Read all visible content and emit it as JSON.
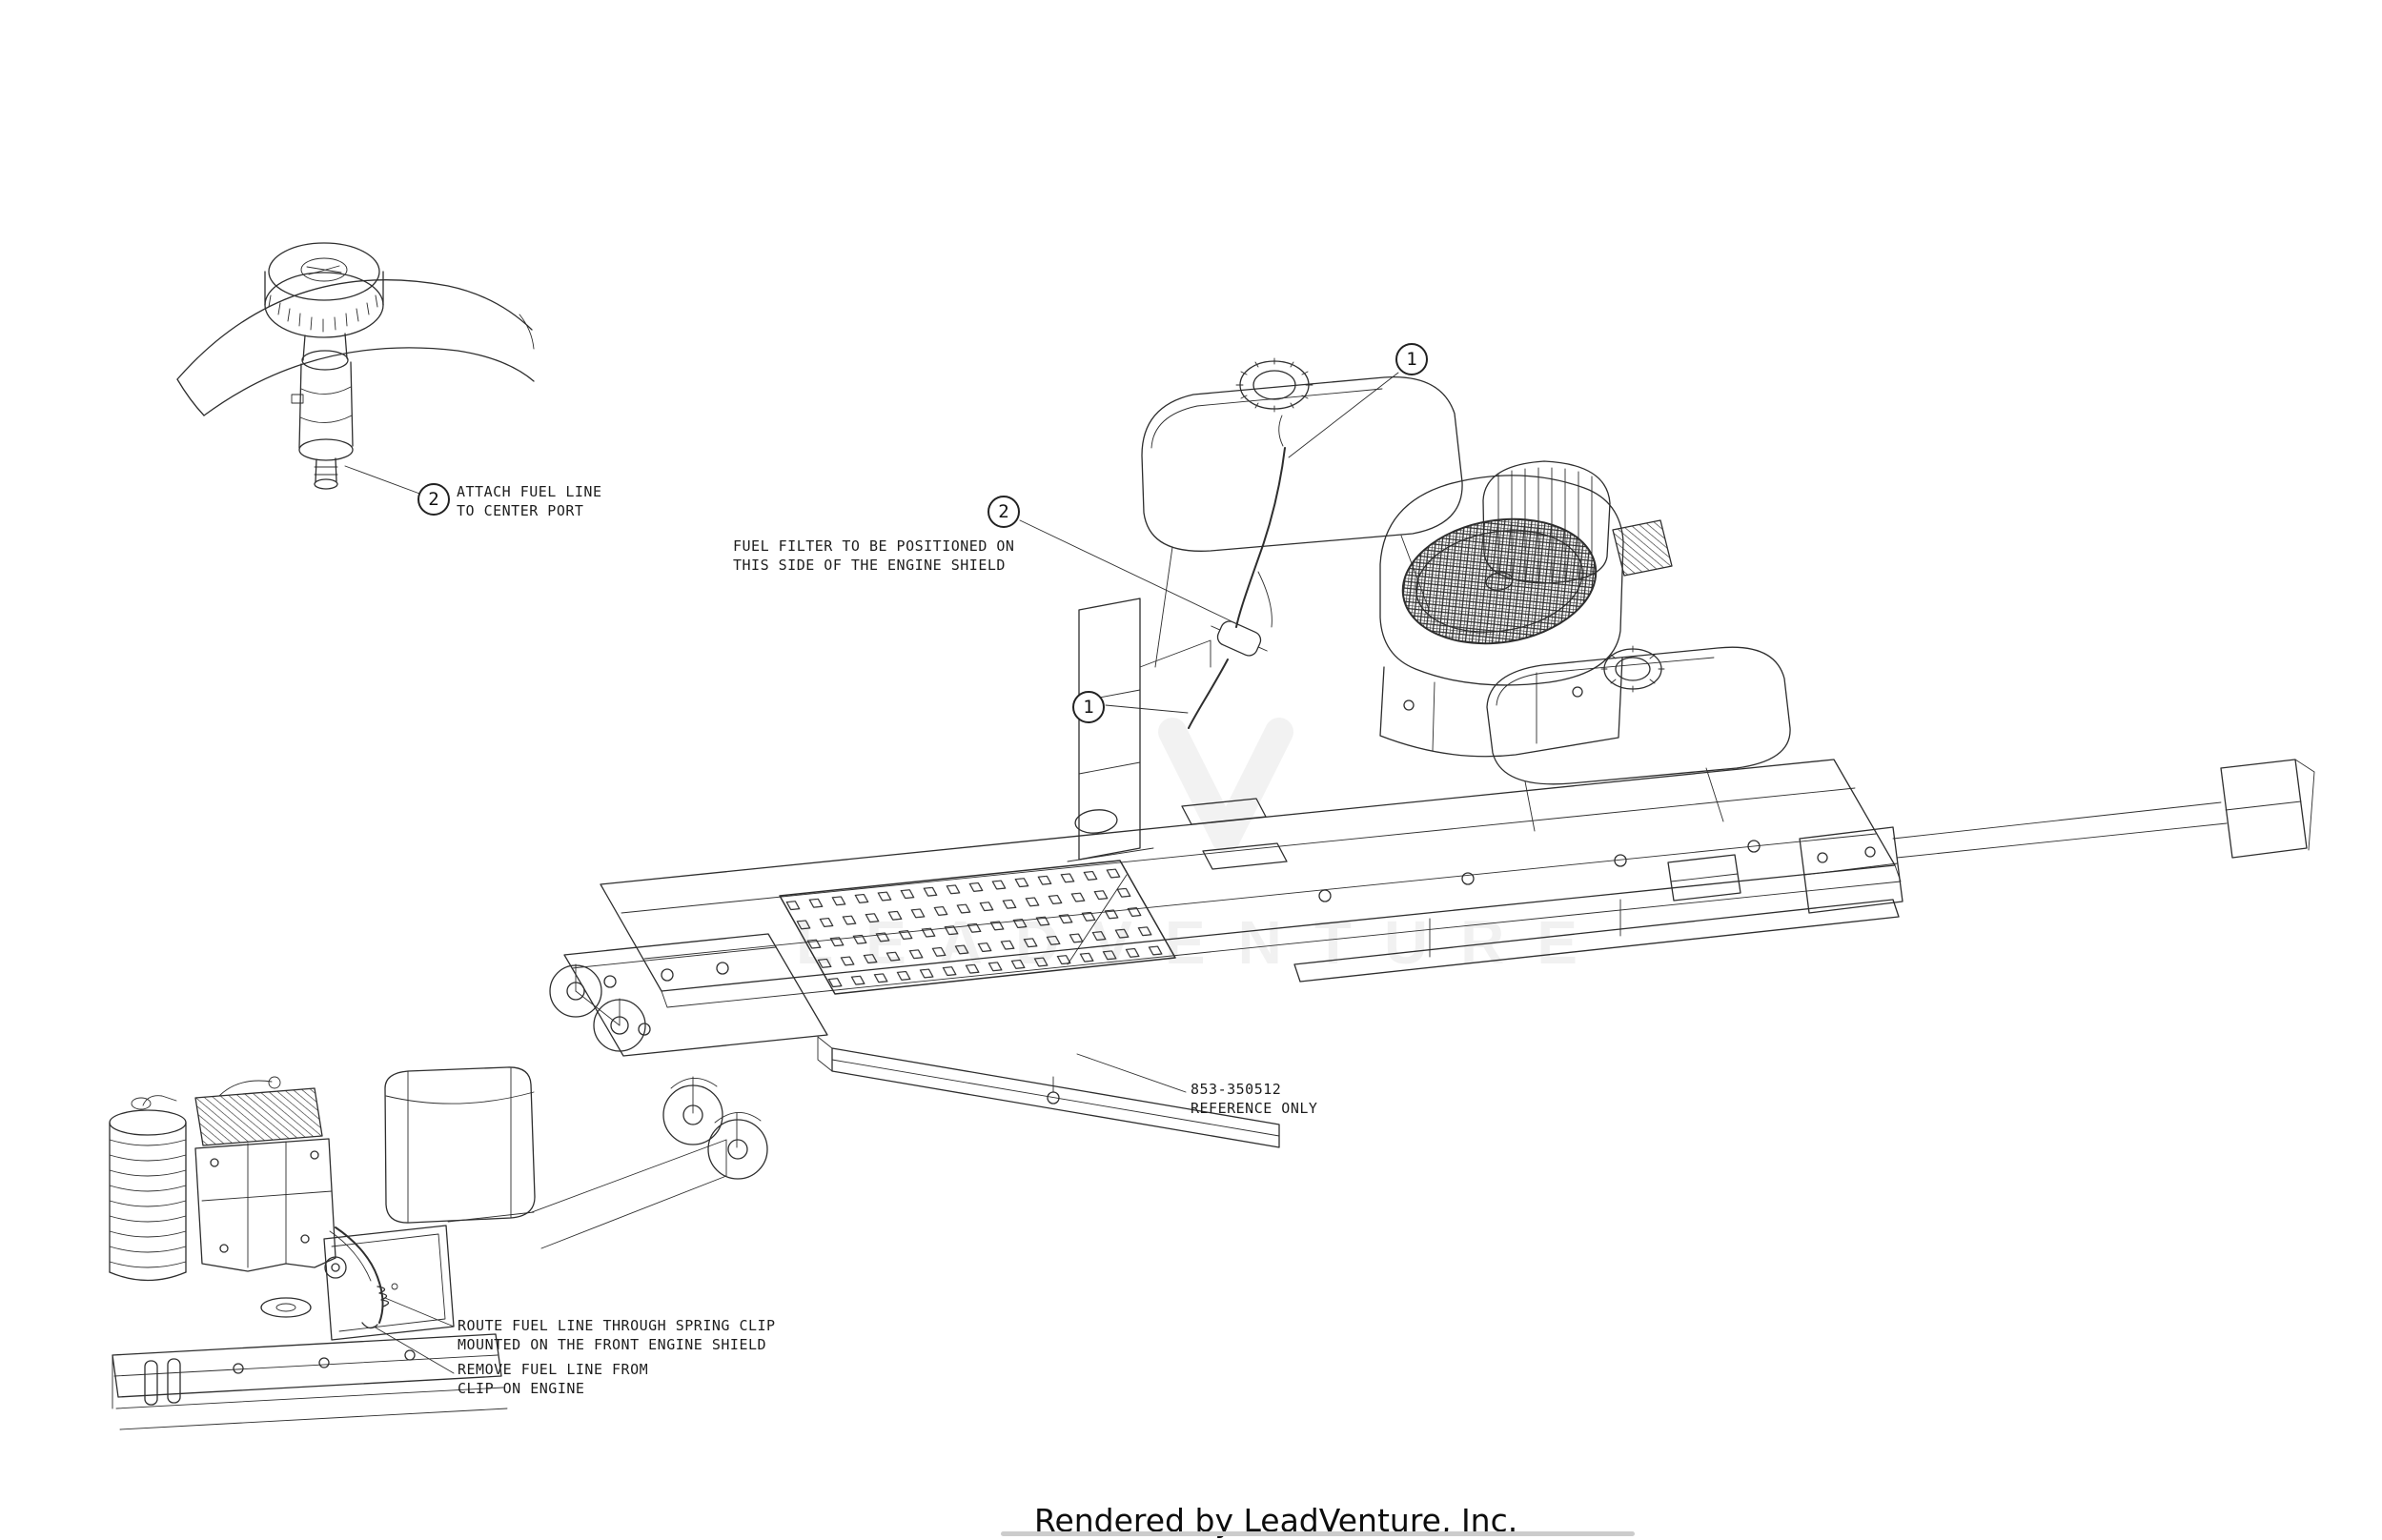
{
  "page": {
    "footer_text": "Rendered by LeadVenture, Inc.",
    "watermark_text": "LEADVENTURE",
    "background_color": "#ffffff",
    "ink_color": "#2e2e2e"
  },
  "callouts": {
    "attach_port": "2",
    "fuel_filter": "2",
    "tank_cap": "1",
    "fuel_line": "1"
  },
  "notes": {
    "attach": [
      "ATTACH FUEL LINE",
      "TO CENTER PORT"
    ],
    "filter_position": [
      "FUEL FILTER TO BE POSITIONED ON",
      "THIS SIDE OF THE ENGINE SHIELD"
    ],
    "reference": [
      "853-350512",
      "REFERENCE ONLY"
    ],
    "route": [
      "ROUTE FUEL LINE THROUGH SPRING CLIP",
      "MOUNTED ON THE FRONT ENGINE SHIELD"
    ],
    "remove": [
      "REMOVE FUEL LINE FROM",
      "CLIP ON ENGINE"
    ]
  }
}
